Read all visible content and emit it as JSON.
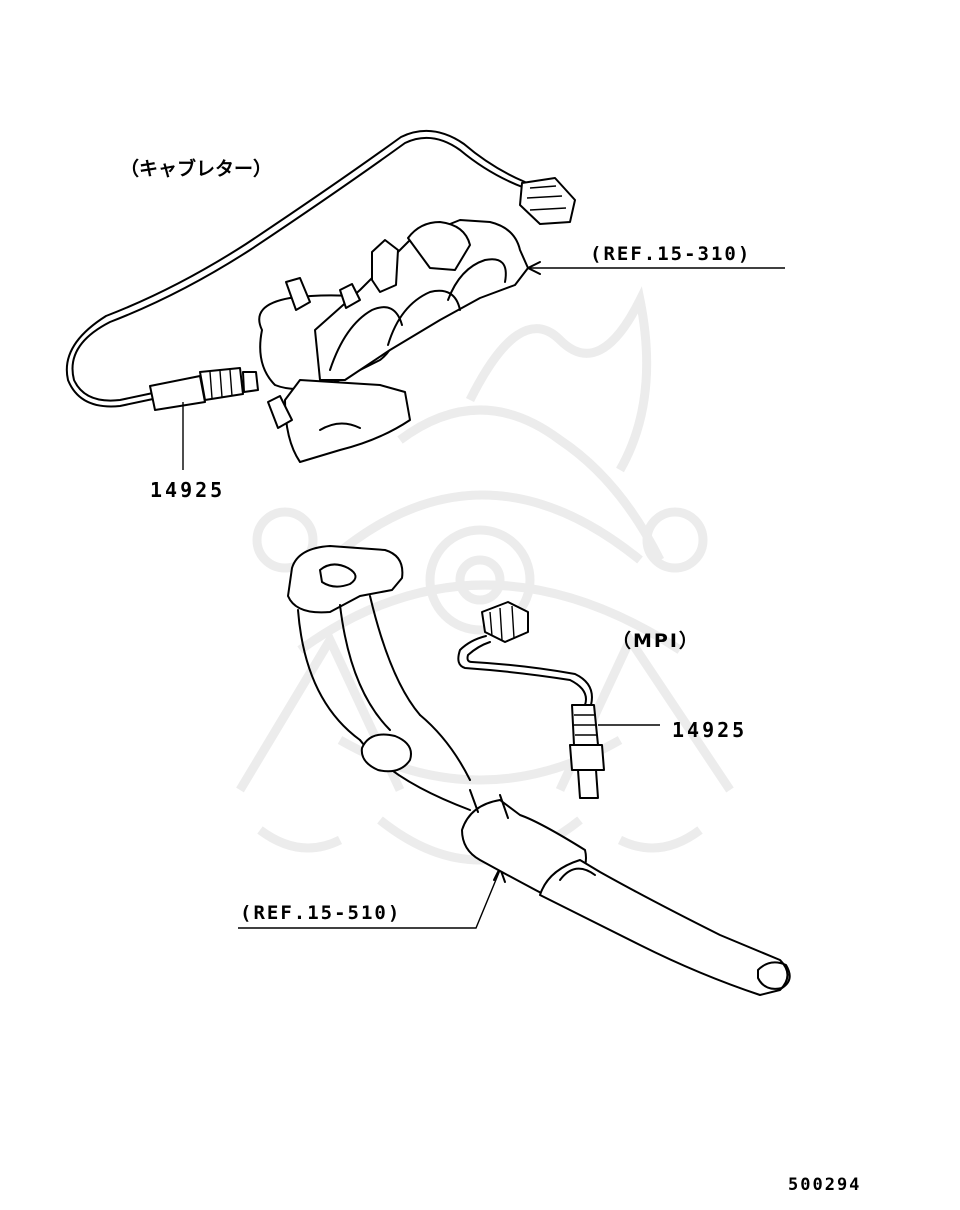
{
  "labels": {
    "carburetor": "（キャブレター）",
    "mpi": "（MPI）",
    "ref_upper": "(REF.15-310)",
    "ref_lower": "(REF.15-510)",
    "part_upper": "14925",
    "part_lower": "14925",
    "diagram_code": "500294"
  },
  "colors": {
    "line": "#000000",
    "watermark": "#ececec",
    "background": "#ffffff"
  },
  "icons": {
    "watermark": "samurai-helmet-watermark"
  }
}
